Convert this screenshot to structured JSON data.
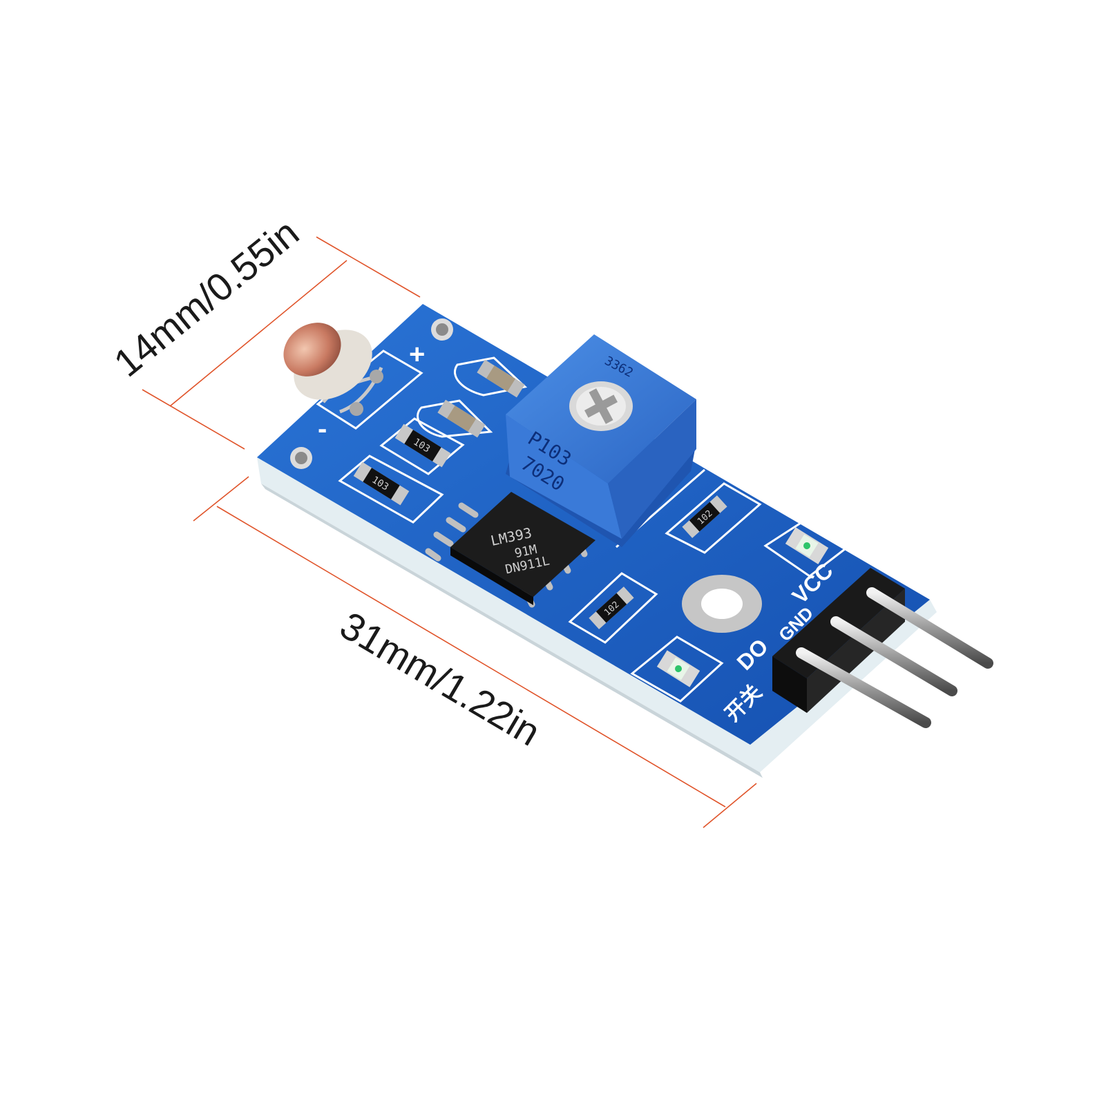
{
  "image": {
    "subject": "light sensor module",
    "background_color": "#ffffff",
    "board_color": "#1b5fc0",
    "dimension_line_color": "#e0542a"
  },
  "dimensions": {
    "width_label": "14mm/0.55in",
    "length_label": "31mm/1.22in"
  },
  "silkscreen": {
    "plus": "+",
    "minus": "-",
    "resistor_1": "103",
    "resistor_2": "103",
    "resistor_3": "102",
    "resistor_4": "102",
    "pin_vcc": "VCC",
    "pin_gnd": "GND",
    "pin_do": "DO",
    "switch_chars": "开关"
  },
  "chip": {
    "line1": "LM393",
    "line2": "91M",
    "line3": "DN911L"
  },
  "potentiometer": {
    "line1": "P103",
    "line2": "7020",
    "top_mark": "3362"
  }
}
